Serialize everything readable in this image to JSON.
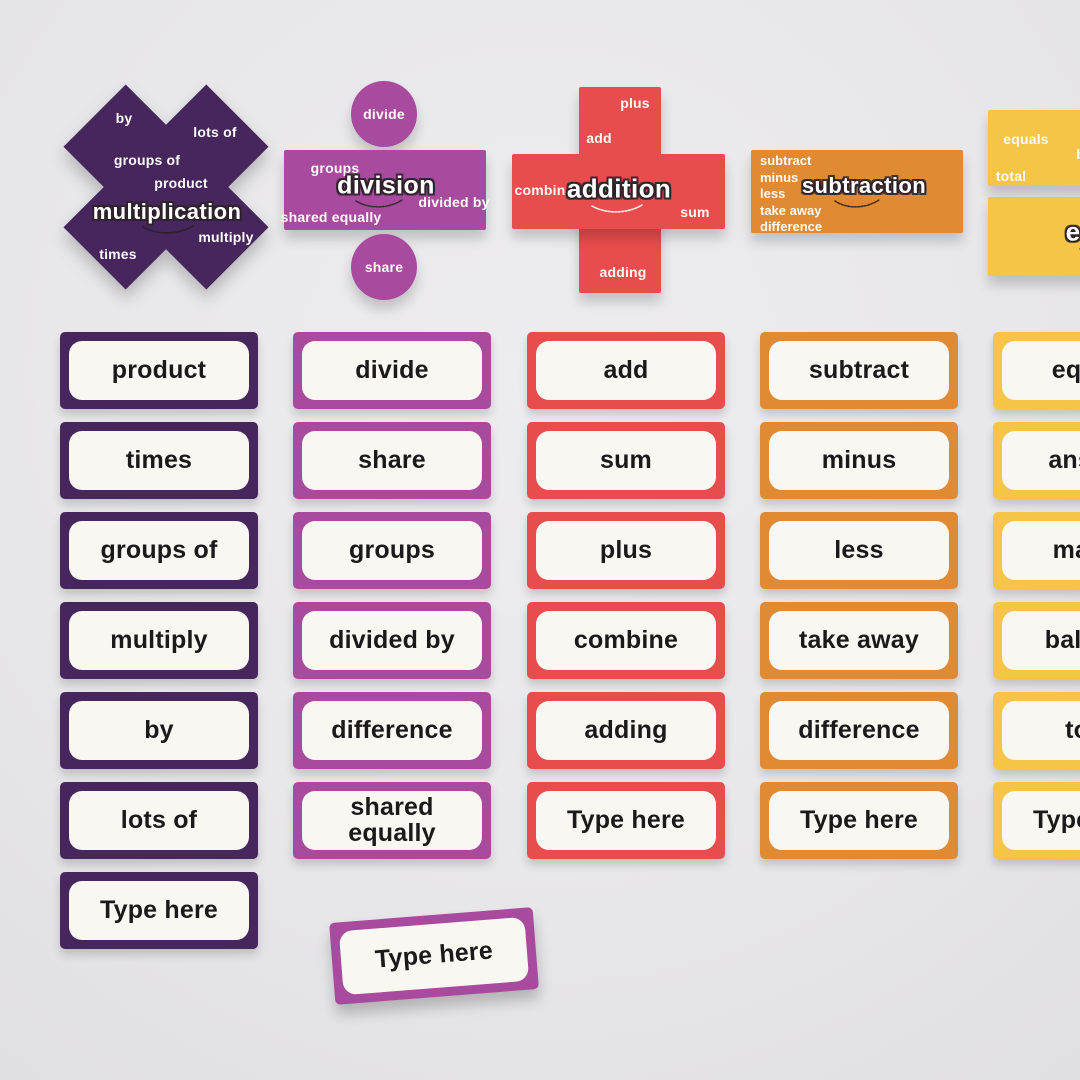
{
  "colors": {
    "mult": "#46265c",
    "div": "#a84a9e",
    "add": "#e84d4d",
    "sub": "#e08a34",
    "eq": "#f6c548",
    "card_bg": "#f8f7f2",
    "bg": "#e9e8ea",
    "card_text": "#1a1a1a",
    "symbol_text": "#ffffff"
  },
  "symbols": {
    "multiplication": {
      "title": "multiplication",
      "words": [
        "by",
        "lots of",
        "groups of",
        "product",
        "multiply",
        "times"
      ]
    },
    "division": {
      "title": "division",
      "circle_top": "divide",
      "circle_bottom": "share",
      "words": [
        "groups",
        "divided by",
        "shared equally"
      ]
    },
    "addition": {
      "title": "addition",
      "words": [
        "plus",
        "add",
        "combine",
        "sum",
        "adding"
      ]
    },
    "subtraction": {
      "title": "subtraction",
      "words": [
        "subtract",
        "minus",
        "less",
        "take away",
        "difference"
      ]
    },
    "equals": {
      "title": "equals",
      "words": [
        "equals",
        "balance",
        "total"
      ]
    }
  },
  "columns": [
    {
      "topic": "multiplication",
      "cards": [
        "product",
        "times",
        "groups of",
        "multiply",
        "by",
        "lots of",
        "Type here"
      ]
    },
    {
      "topic": "division",
      "cards": [
        "divide",
        "share",
        "groups",
        "divided by",
        "difference",
        "shared equally"
      ]
    },
    {
      "topic": "addition",
      "cards": [
        "add",
        "sum",
        "plus",
        "combine",
        "adding",
        "Type here"
      ]
    },
    {
      "topic": "subtraction",
      "cards": [
        "subtract",
        "minus",
        "less",
        "take away",
        "difference",
        "Type here"
      ]
    },
    {
      "topic": "equals",
      "cards": [
        "equals",
        "answer",
        "makes",
        "balance",
        "total",
        "Type here"
      ]
    }
  ],
  "loose_card": {
    "topic": "division",
    "label": "Type here"
  }
}
